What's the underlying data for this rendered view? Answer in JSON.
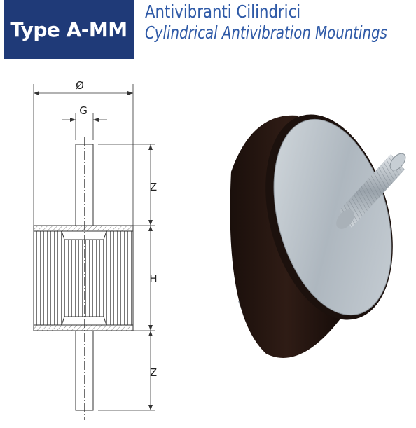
{
  "header": {
    "badge_label": "Type A-MM",
    "title_it": "Antivibranti Cilindrici",
    "title_en": "Cylindrical Antivibration Mountings"
  },
  "drawing": {
    "dimensions": {
      "diameter": "Ø",
      "thread": "G",
      "stud_top": "Z",
      "height": "H",
      "stud_bottom": "Z"
    }
  },
  "colors": {
    "badge_background": "#1f3a78",
    "title_text": "#2f5aa7",
    "rubber_body": "#2a1a14",
    "metal_plate": "#b9c1c8"
  }
}
